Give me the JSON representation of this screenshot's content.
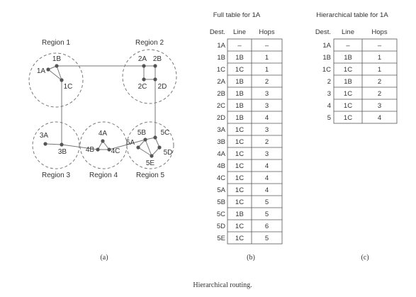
{
  "regions": [
    {
      "id": "r1",
      "label": "Region 1"
    },
    {
      "id": "r2",
      "label": "Region 2"
    },
    {
      "id": "r3",
      "label": "Region 3"
    },
    {
      "id": "r4",
      "label": "Region 4"
    },
    {
      "id": "r5",
      "label": "Region 5"
    }
  ],
  "nodes": [
    {
      "id": "1A",
      "label": "1A"
    },
    {
      "id": "1B",
      "label": "1B"
    },
    {
      "id": "1C",
      "label": "1C"
    },
    {
      "id": "2A",
      "label": "2A"
    },
    {
      "id": "2B",
      "label": "2B"
    },
    {
      "id": "2C",
      "label": "2C"
    },
    {
      "id": "2D",
      "label": "2D"
    },
    {
      "id": "3A",
      "label": "3A"
    },
    {
      "id": "3B",
      "label": "3B"
    },
    {
      "id": "4A",
      "label": "4A"
    },
    {
      "id": "4B",
      "label": "4B"
    },
    {
      "id": "4C",
      "label": "4C"
    },
    {
      "id": "5A",
      "label": "5A"
    },
    {
      "id": "5B",
      "label": "5B"
    },
    {
      "id": "5C",
      "label": "5C"
    },
    {
      "id": "5D",
      "label": "5D"
    },
    {
      "id": "5E",
      "label": "5E"
    }
  ],
  "edges": [
    [
      "1A",
      "1B"
    ],
    [
      "1A",
      "1C"
    ],
    [
      "1B",
      "1C"
    ],
    [
      "1B",
      "2A"
    ],
    [
      "1C",
      "3B"
    ],
    [
      "2A",
      "2B"
    ],
    [
      "2A",
      "2C"
    ],
    [
      "2B",
      "2D"
    ],
    [
      "2C",
      "2D"
    ],
    [
      "2D",
      "5C"
    ],
    [
      "3A",
      "3B"
    ],
    [
      "3B",
      "4B"
    ],
    [
      "4A",
      "4B"
    ],
    [
      "4A",
      "4C"
    ],
    [
      "4B",
      "4C"
    ],
    [
      "4C",
      "5B"
    ],
    [
      "5A",
      "5B"
    ],
    [
      "5A",
      "5E"
    ],
    [
      "5B",
      "5C"
    ],
    [
      "5B",
      "5E"
    ],
    [
      "5C",
      "5D"
    ],
    [
      "5D",
      "5E"
    ]
  ],
  "full_table": {
    "title": "Full table for 1A",
    "headers": [
      "Dest.",
      "Line",
      "Hops"
    ],
    "rows": [
      [
        "1A",
        "–",
        "–"
      ],
      [
        "1B",
        "1B",
        "1"
      ],
      [
        "1C",
        "1C",
        "1"
      ],
      [
        "2A",
        "1B",
        "2"
      ],
      [
        "2B",
        "1B",
        "3"
      ],
      [
        "2C",
        "1B",
        "3"
      ],
      [
        "2D",
        "1B",
        "4"
      ],
      [
        "3A",
        "1C",
        "3"
      ],
      [
        "3B",
        "1C",
        "2"
      ],
      [
        "4A",
        "1C",
        "3"
      ],
      [
        "4B",
        "1C",
        "4"
      ],
      [
        "4C",
        "1C",
        "4"
      ],
      [
        "5A",
        "1C",
        "4"
      ],
      [
        "5B",
        "1C",
        "5"
      ],
      [
        "5C",
        "1B",
        "5"
      ],
      [
        "5D",
        "1C",
        "6"
      ],
      [
        "5E",
        "1C",
        "5"
      ]
    ]
  },
  "hier_table": {
    "title": "Hierarchical table for 1A",
    "headers": [
      "Dest.",
      "Line",
      "Hops"
    ],
    "rows": [
      [
        "1A",
        "–",
        "–"
      ],
      [
        "1B",
        "1B",
        "1"
      ],
      [
        "1C",
        "1C",
        "1"
      ],
      [
        "2",
        "1B",
        "2"
      ],
      [
        "3",
        "1C",
        "2"
      ],
      [
        "4",
        "1C",
        "3"
      ],
      [
        "5",
        "1C",
        "4"
      ]
    ]
  },
  "captions": {
    "a": "(a)",
    "b": "(b)",
    "c": "(c)"
  },
  "figure_caption": "Hierarchical routing."
}
